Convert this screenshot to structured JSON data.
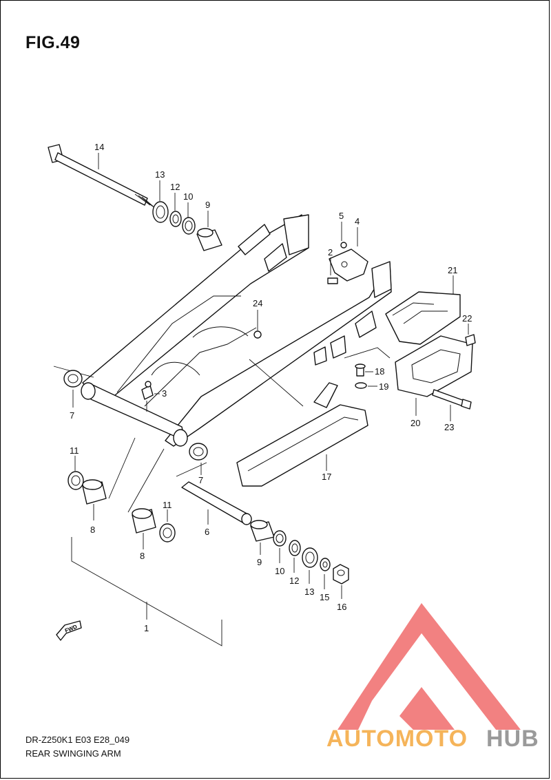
{
  "figure": {
    "title": "FIG.49",
    "code": "DR-Z250K1  E03  E28_049",
    "name": "REAR SWINGING ARM"
  },
  "callouts": [
    {
      "id": "c14",
      "label": "14"
    },
    {
      "id": "c13a",
      "label": "13"
    },
    {
      "id": "c12a",
      "label": "12"
    },
    {
      "id": "c10a",
      "label": "10"
    },
    {
      "id": "c9a",
      "label": "9"
    },
    {
      "id": "c5",
      "label": "5"
    },
    {
      "id": "c4",
      "label": "4"
    },
    {
      "id": "c2",
      "label": "2"
    },
    {
      "id": "c21",
      "label": "21"
    },
    {
      "id": "c24",
      "label": "24"
    },
    {
      "id": "c22",
      "label": "22"
    },
    {
      "id": "c18",
      "label": "18"
    },
    {
      "id": "c19",
      "label": "19"
    },
    {
      "id": "c3",
      "label": "3"
    },
    {
      "id": "c7a",
      "label": "7"
    },
    {
      "id": "c20",
      "label": "20"
    },
    {
      "id": "c23",
      "label": "23"
    },
    {
      "id": "c11a",
      "label": "11"
    },
    {
      "id": "c7b",
      "label": "7"
    },
    {
      "id": "c17",
      "label": "17"
    },
    {
      "id": "c8a",
      "label": "8"
    },
    {
      "id": "c11b",
      "label": "11"
    },
    {
      "id": "c6",
      "label": "6"
    },
    {
      "id": "c8b",
      "label": "8"
    },
    {
      "id": "c9b",
      "label": "9"
    },
    {
      "id": "c10b",
      "label": "10"
    },
    {
      "id": "c12b",
      "label": "12"
    },
    {
      "id": "c13b",
      "label": "13"
    },
    {
      "id": "c15",
      "label": "15"
    },
    {
      "id": "c16",
      "label": "16"
    },
    {
      "id": "c1",
      "label": "1"
    }
  ],
  "fwd_marker": "FWD",
  "watermark": {
    "text_orange": "AUTOMOTO",
    "text_gray": "HUB",
    "color_red": "#f06b6b",
    "color_orange": "#f5b45a",
    "color_gray": "#9a9a9a"
  }
}
